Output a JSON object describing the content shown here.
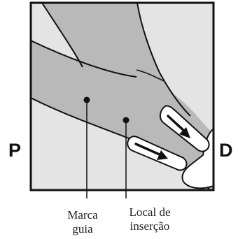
{
  "diagram": {
    "side_left": "P",
    "side_right": "D",
    "labels": {
      "landmark": {
        "line1": "Marca",
        "line2": "guia"
      },
      "injection_site": {
        "line1": "Local de",
        "line2": "inserção"
      }
    },
    "colors": {
      "limb_fill": "#b9b9b9",
      "background_fill": "#e4e4e4",
      "outline": "#111111",
      "hand_fill": "#ffffff"
    }
  }
}
